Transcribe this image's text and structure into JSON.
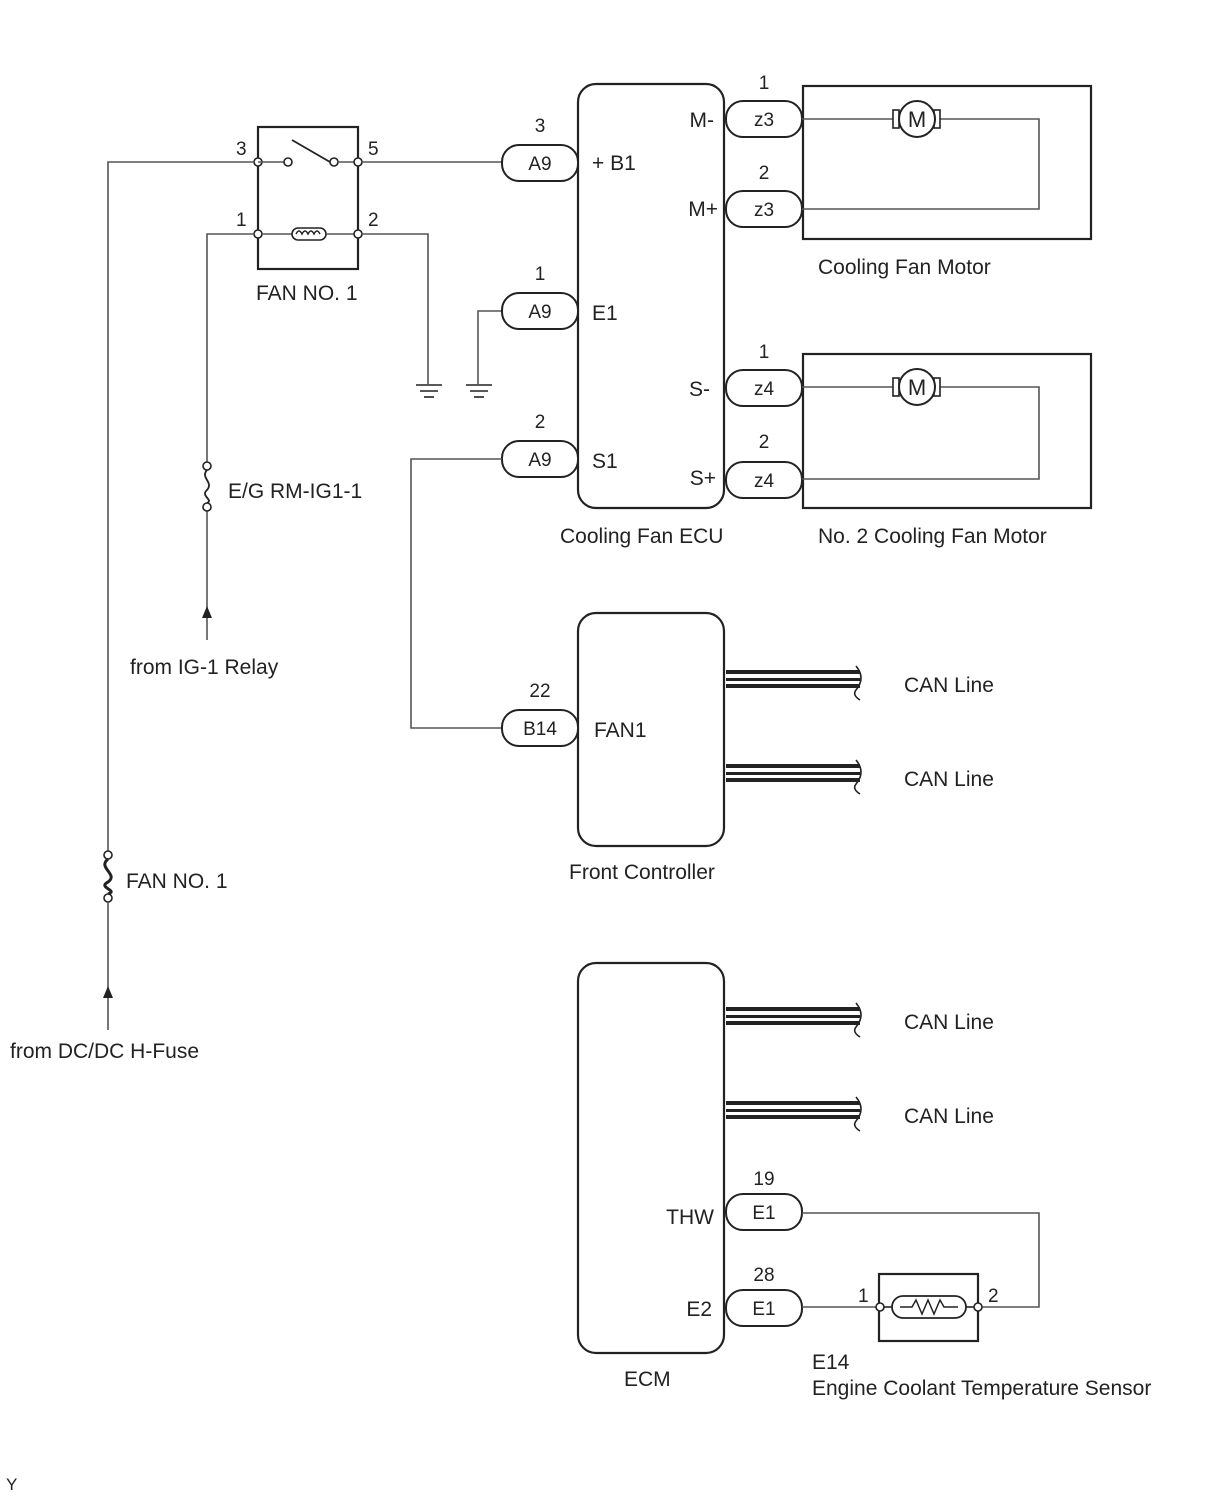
{
  "relay": {
    "name": "FAN NO. 1",
    "pin3": "3",
    "pin5": "5",
    "pin1": "1",
    "pin2": "2"
  },
  "fuses": {
    "eg": "E/G RM-IG1-1",
    "fan": "FAN NO. 1"
  },
  "sources": {
    "ig1": "from IG-1 Relay",
    "dcdc": "from DC/DC H-Fuse"
  },
  "cooling_ecu": {
    "name": "Cooling Fan ECU",
    "terminals": {
      "b1": "+ B1",
      "e1": "E1",
      "s1": "S1",
      "m_minus": "M-",
      "m_plus": "M+",
      "s_minus": "S-",
      "s_plus": "S+"
    },
    "conn_b1": {
      "id": "A9",
      "pin": "3"
    },
    "conn_e1": {
      "id": "A9",
      "pin": "1"
    },
    "conn_s1": {
      "id": "A9",
      "pin": "2"
    },
    "conn_m_minus": {
      "id": "z3",
      "pin": "1"
    },
    "conn_m_plus": {
      "id": "z3",
      "pin": "2"
    },
    "conn_s_minus": {
      "id": "z4",
      "pin": "1"
    },
    "conn_s_plus": {
      "id": "z4",
      "pin": "2"
    }
  },
  "motor1": {
    "name": "Cooling Fan Motor",
    "symbol": "M"
  },
  "motor2": {
    "name": "No. 2 Cooling Fan Motor",
    "symbol": "M"
  },
  "front_controller": {
    "name": "Front Controller",
    "terminal": "FAN1",
    "conn": {
      "id": "B14",
      "pin": "22"
    },
    "can1": "CAN Line",
    "can2": "CAN Line"
  },
  "ecm": {
    "name": "ECM",
    "can1": "CAN Line",
    "can2": "CAN Line",
    "thw": "THW",
    "e2": "E2",
    "conn_thw": {
      "id": "E1",
      "pin": "19"
    },
    "conn_e2": {
      "id": "E1",
      "pin": "28"
    }
  },
  "sensor": {
    "code": "E14",
    "name": "Engine Coolant Temperature Sensor",
    "pin1": "1",
    "pin2": "2"
  },
  "corner_mark": "Y"
}
